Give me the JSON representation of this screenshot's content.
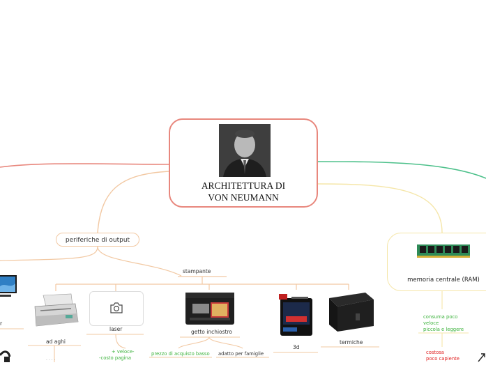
{
  "central": {
    "title_line1": "ARCHITETTURA DI",
    "title_line2": "VON NEUMANN"
  },
  "output": {
    "label": "periferiche di output"
  },
  "stampante": {
    "label": "stampante"
  },
  "printers": {
    "monitor_fragment": "r",
    "ad_aghi": "ad aghi",
    "laser": "laser",
    "getto": "getto inchiostro",
    "tred": "3d",
    "termiche": "termiche"
  },
  "laser_notes": {
    "line1": "+ veloce-",
    "line2": "-costo pagina"
  },
  "getto_notes": {
    "pro": "prezzo di acquisto basso",
    "fam": "adatto per famiglie"
  },
  "ram": {
    "label": "memoria centrale (RAM)"
  },
  "ram_pros": {
    "l1": "consuma poco",
    "l2": "veloce",
    "l3": "piccola e leggere"
  },
  "ram_cons": {
    "l1": "costosa",
    "l2": "poco capiente"
  },
  "colors": {
    "red": "#e8877d",
    "orange": "#f2c8a2",
    "green": "#4cc08a",
    "yellow": "#f5e6a8"
  }
}
